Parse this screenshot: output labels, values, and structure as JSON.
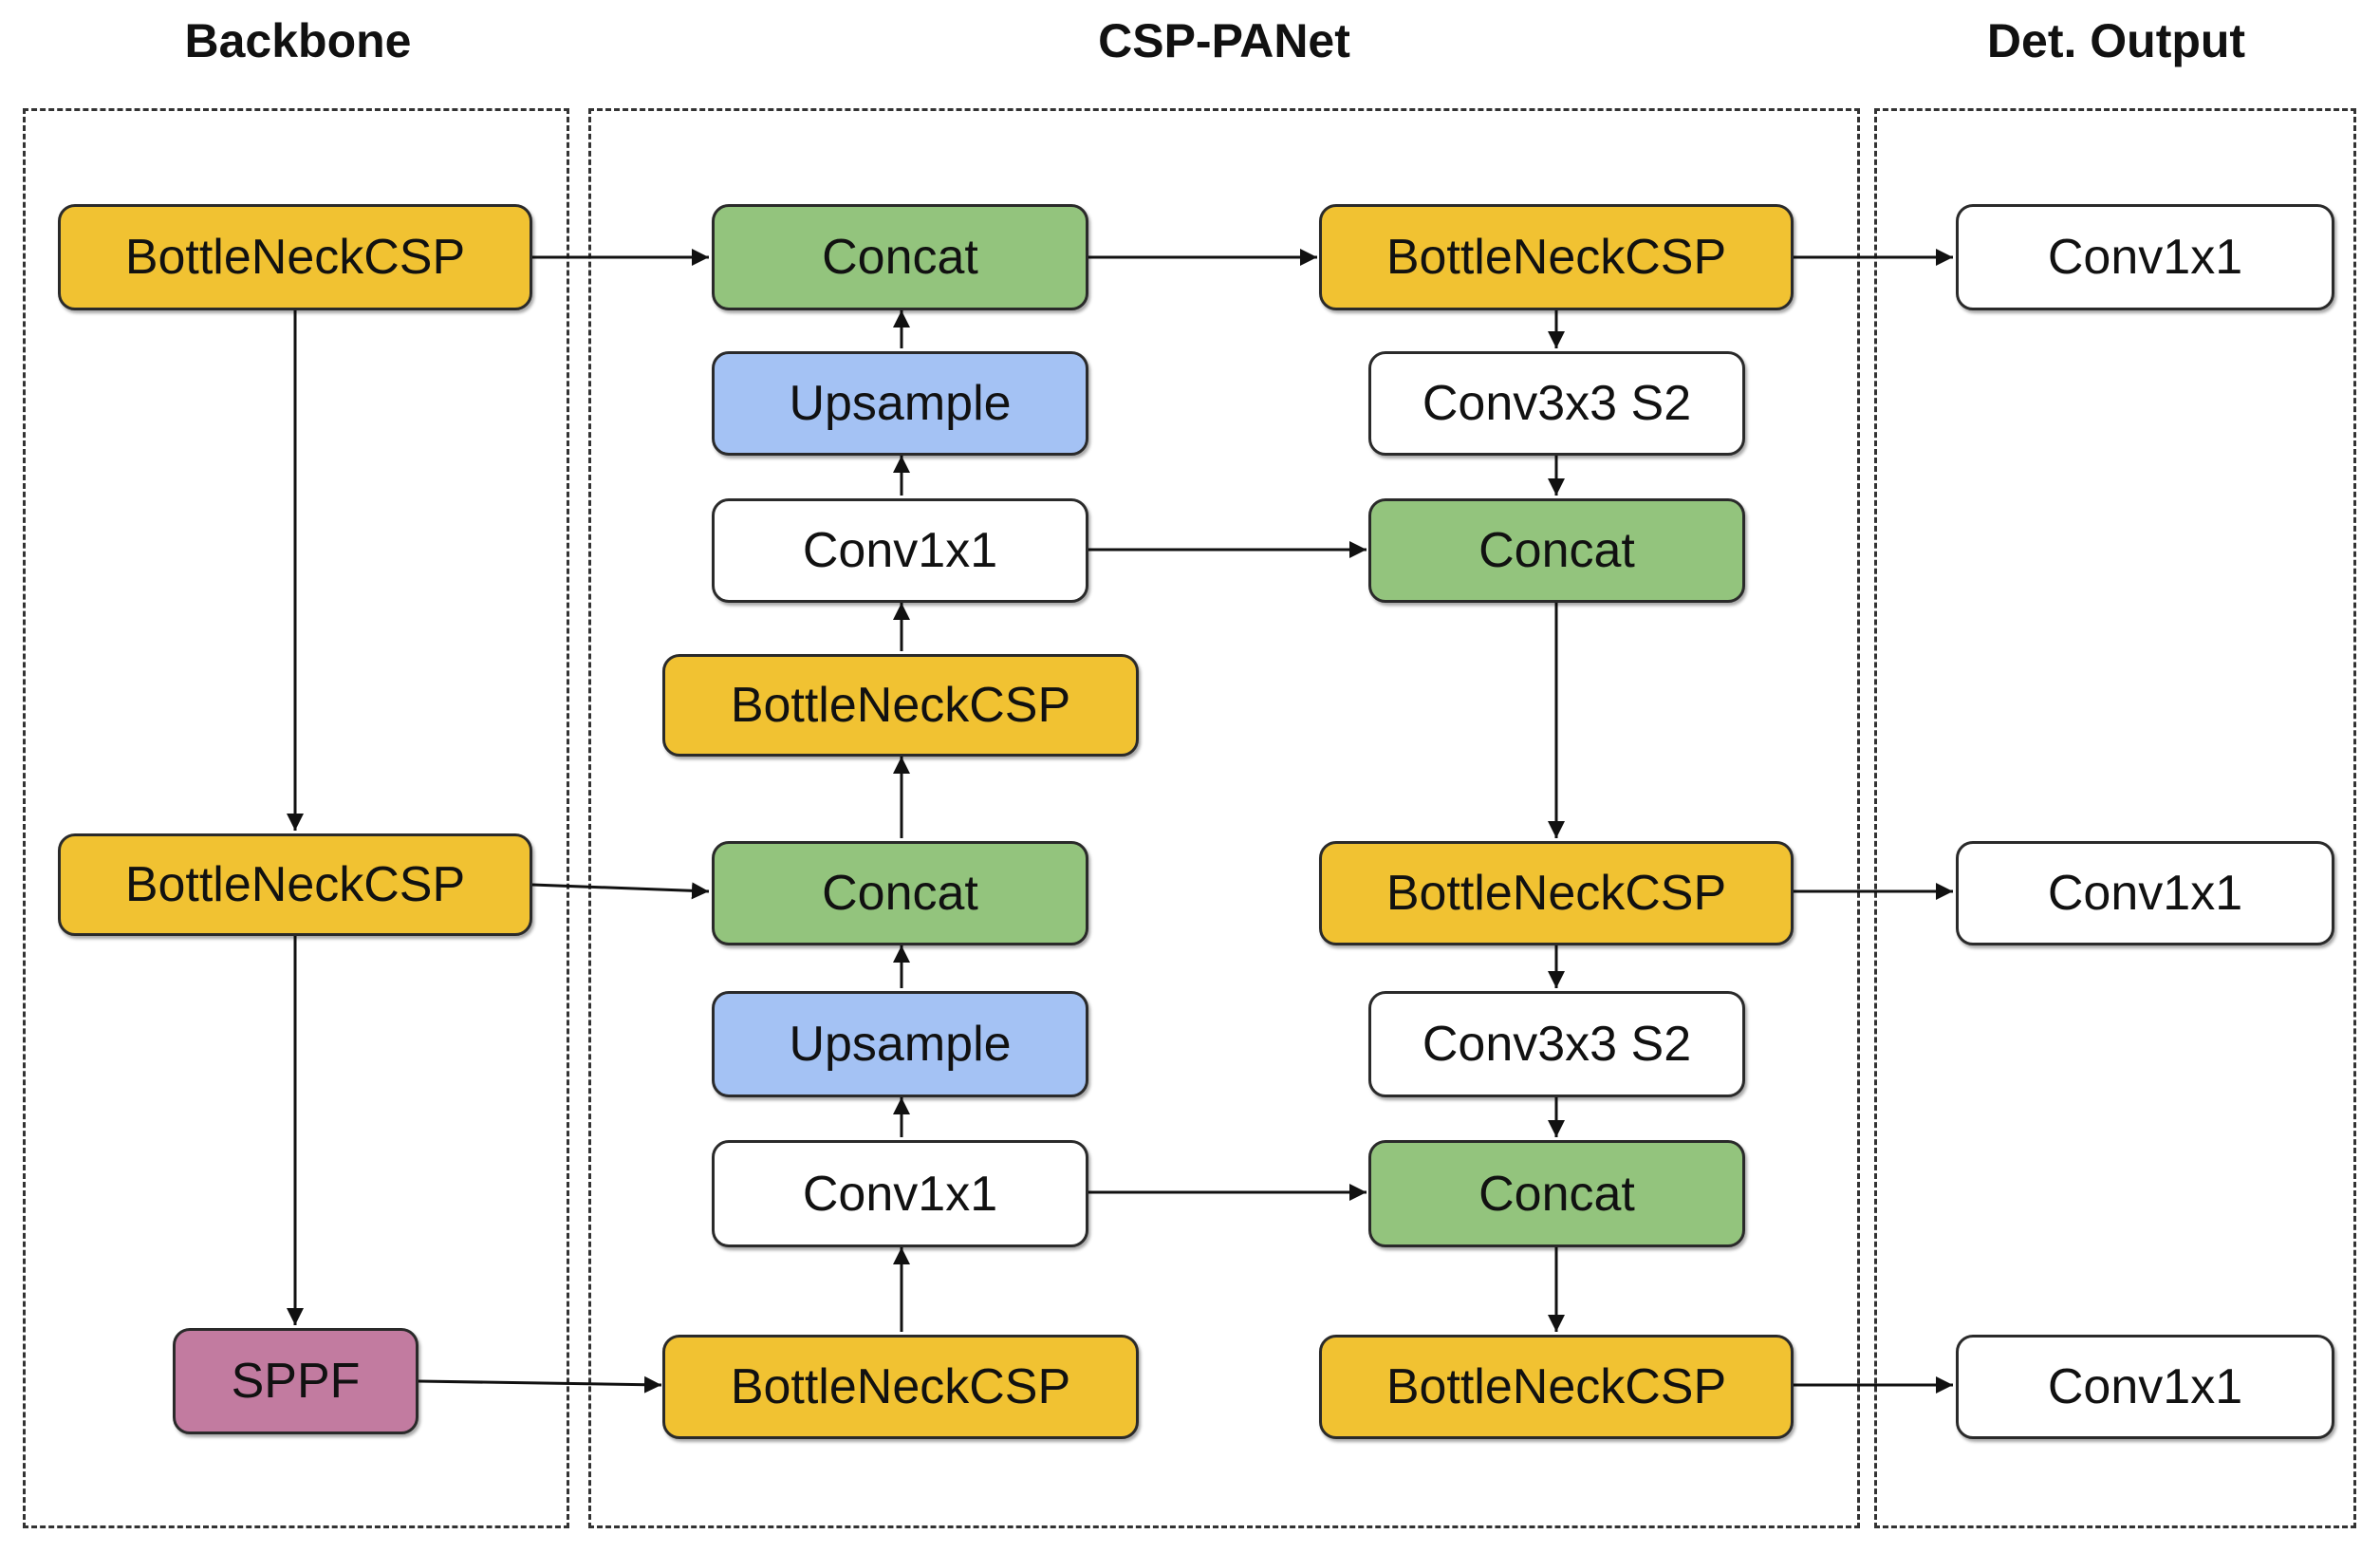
{
  "sections": {
    "backbone": "Backbone",
    "csp_panet": "CSP-PANet",
    "det_output": "Det. Output"
  },
  "colors": {
    "yellow": "#f1c232",
    "green": "#93c47d",
    "blue": "#a4c2f4",
    "white": "#ffffff",
    "pink": "#c27ba0",
    "edge": "#111111"
  },
  "nodes": {
    "bb_csp1": "BottleNeckCSP",
    "bb_csp2": "BottleNeckCSP",
    "bb_sppf": "SPPF",
    "n_concat1": "Concat",
    "n_upsample1": "Upsample",
    "n_conv1": "Conv1x1",
    "n_csp_a": "BottleNeckCSP",
    "n_concat2": "Concat",
    "n_upsample2": "Upsample",
    "n_conv2": "Conv1x1",
    "n_csp_b": "BottleNeckCSP",
    "p_csp1": "BottleNeckCSP",
    "p_conv1": "Conv3x3 S2",
    "p_concat1": "Concat",
    "p_csp2": "BottleNeckCSP",
    "p_conv2": "Conv3x3 S2",
    "p_concat2": "Concat",
    "p_csp3": "BottleNeckCSP",
    "out1": "Conv1x1",
    "out2": "Conv1x1",
    "out3": "Conv1x1"
  }
}
